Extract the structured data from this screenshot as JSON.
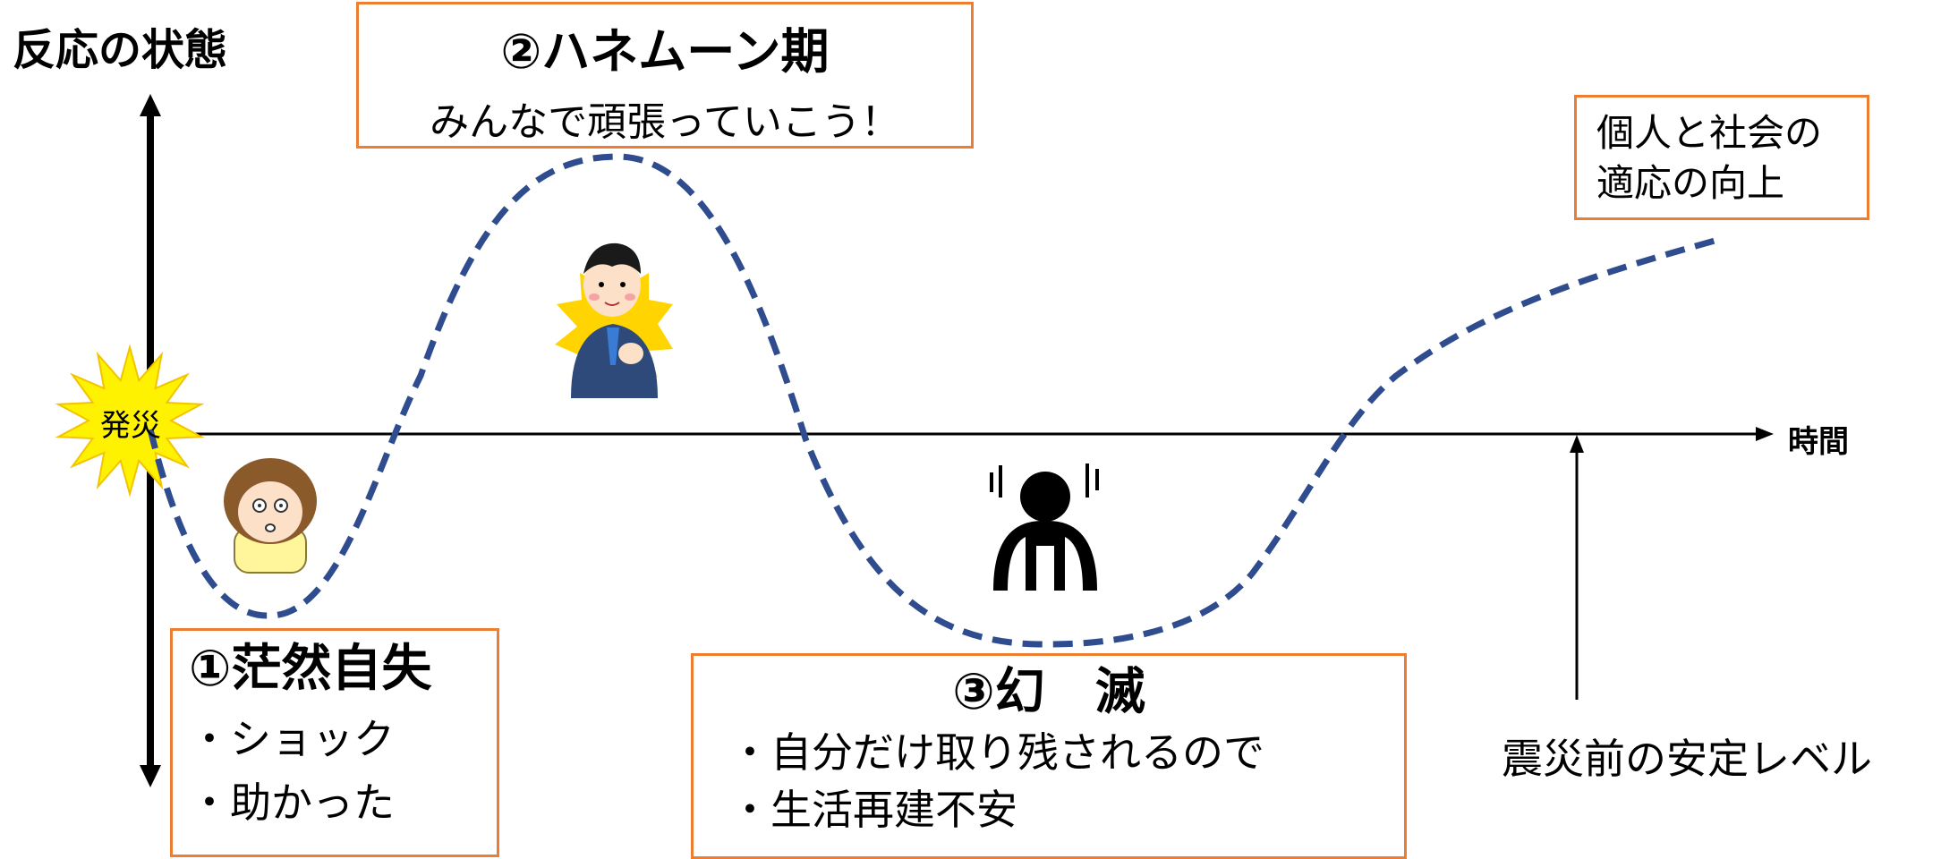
{
  "y_axis_label": "反応の状態",
  "x_axis_label": "時間",
  "baseline_label": "震災前の安定レベル",
  "burst_label": "発災",
  "phases": {
    "phase1": {
      "title": "①茫然自失",
      "items": [
        "・ショック",
        "・助かった"
      ]
    },
    "phase2": {
      "title": "②ハネムーン期",
      "subtitle": "みんなで頑張っていこう！"
    },
    "phase3": {
      "title": "③幻　滅",
      "items": [
        "・自分だけ取り残されるので",
        "・生活再建不安"
      ]
    },
    "phase4": {
      "lines": [
        "個人と社会の",
        "適応の向上"
      ]
    }
  },
  "colors": {
    "curve": "#2F4C8F",
    "box_border": "#ED7D31",
    "burst": "#FFF200"
  }
}
